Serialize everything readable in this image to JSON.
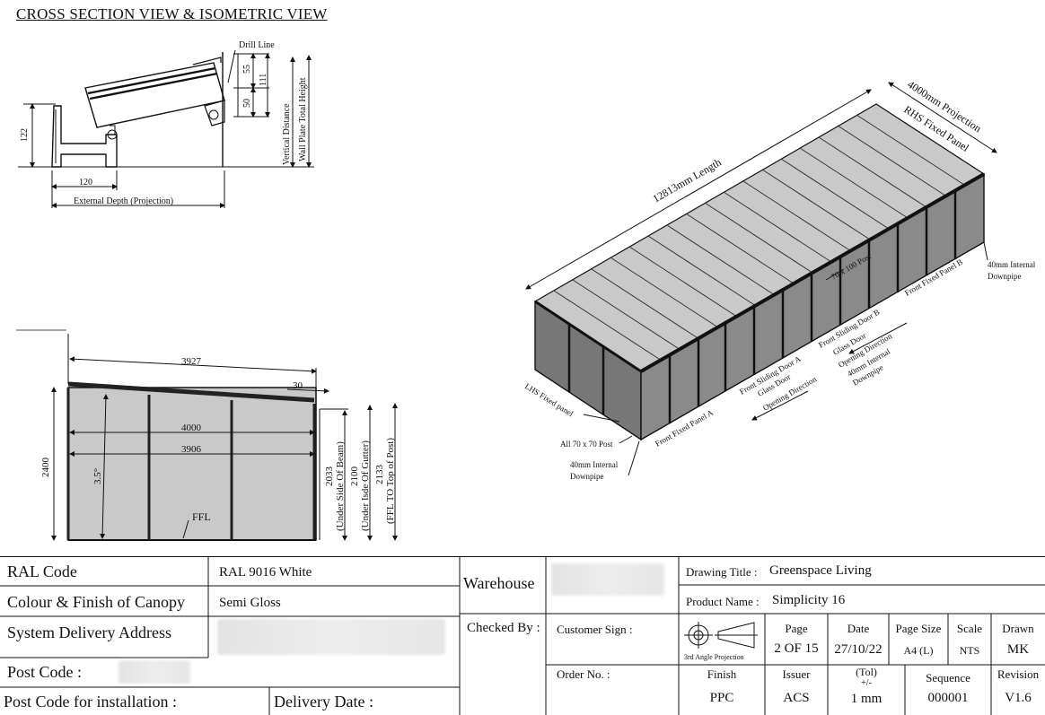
{
  "heading": "CROSS SECTION VIEW & ISOMETRIC VIEW",
  "cross_section": {
    "drill_line": "Drill Line",
    "dim_55": "55",
    "dim_111": "111",
    "dim_50": "50",
    "dim_122": "122",
    "dim_120": "120",
    "vertical_distance": "Vertical Distance",
    "wall_plate_height": "Wall Plate Total Height",
    "external_depth": "External Depth (Projection)"
  },
  "side_view": {
    "dim_3927": "3927",
    "dim_30": "30",
    "dim_4000": "4000",
    "dim_3906": "3906",
    "dim_2400": "2400",
    "pitch": "3.5°",
    "ffl": "FFL",
    "dim_2033": "2033",
    "under_beam": "(Under Side Of Beam)",
    "dim_2100": "2100",
    "under_gutter": "(Under Isde Of Gutter)",
    "dim_2133": "2133",
    "ffl_top_post": "(FFL TO Top of Post)"
  },
  "iso": {
    "length": "12813mm Length",
    "projection": "4000mm Projection",
    "rhs_panel": "RHS Fixed Panel",
    "post_70x100": "70 x 100 Post",
    "downpipe_right_1": "40mm Internal",
    "downpipe_right_2": "Downpipe",
    "front_fixed_b": "Front Fixed Panel B",
    "front_sliding_b": "Front Sliding Door B",
    "glass_door_b": "Glass Door",
    "opening_dir_b": "Opening Direction",
    "downpipe_mid_1": "40mm Internal",
    "downpipe_mid_2": "Downpipe",
    "front_sliding_a": "Front Sliding Door A",
    "glass_door_a": "Glass Door",
    "opening_dir_a": "Opening Direction",
    "lhs_panel": "LHS Fixed panel",
    "all_posts": "All 70 x 70 Post",
    "front_fixed_a": "Front Fixed Panel A",
    "downpipe_left_1": "40mm Internal",
    "downpipe_left_2": "Downpipe"
  },
  "title_block": {
    "ral_code_label": "RAL Code",
    "ral_code_value": "RAL 9016 White",
    "colour_label": "Colour & Finish of Canopy",
    "colour_value": "Semi Gloss",
    "delivery_address_label": "System Delivery Address",
    "post_code_label": "Post Code :",
    "post_code_install_label": "Post Code for installation :",
    "delivery_date_label": "Delivery Date :",
    "warehouse_label": "Warehouse",
    "checked_by_label": "Checked By :",
    "customer_sign_label": "Customer Sign :",
    "order_no_label": "Order No. :",
    "drawing_title_label": "Drawing Title :",
    "drawing_title_value": "Greenspace Living",
    "product_name_label": "Product Name :",
    "product_name_value": "Simplicity 16",
    "projection_label": "3rd Angle Projection",
    "page_label": "Page",
    "page_value": "2 OF 15",
    "date_label": "Date",
    "date_value": "27/10/22",
    "page_size_label": "Page Size",
    "page_size_value": "A4 (L)",
    "scale_label": "Scale",
    "scale_value": "NTS",
    "drawn_label": "Drawn",
    "drawn_value": "MK",
    "finish_label": "Finish",
    "finish_value": "PPC",
    "issuer_label": "Issuer",
    "issuer_value": "ACS",
    "tol_label": "(Tol)",
    "tol_sub": "+/-",
    "tol_value": "1 mm",
    "sequence_label": "Sequence",
    "sequence_value": "000001",
    "revision_label": "Revision",
    "revision_value": "V1.6"
  }
}
